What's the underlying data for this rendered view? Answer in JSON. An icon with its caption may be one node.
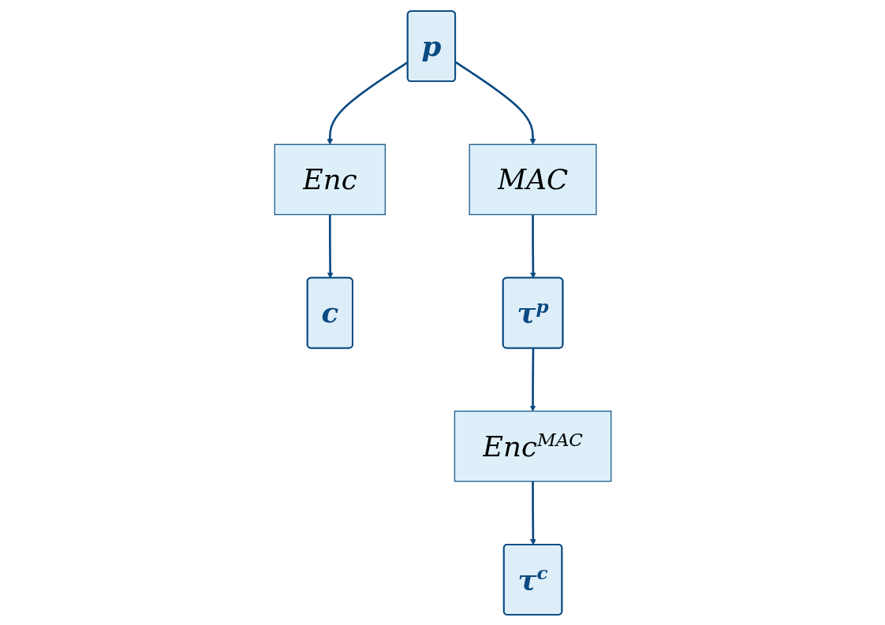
{
  "diagram": {
    "nodes": [
      {
        "text": [
          "p"
        ]
      },
      {
        "text": [
          "Enc"
        ]
      },
      {
        "text": [
          "c"
        ]
      },
      {
        "text": [
          "MAC"
        ]
      },
      {
        "text": [
          "τ$^{p}$"
        ]
      },
      {
        "text": [
          "Enc$^{MAC}$"
        ]
      },
      {
        "text": [
          "τ$^{c}$"
        ]
      }
    ],
    "edges": [
      {
        "from": 0,
        "to": 1,
        "arrow": "to"
      },
      {
        "from": 1,
        "to": 2,
        "arrow": "to"
      },
      {
        "from": 0,
        "to": 3,
        "arrow": "to"
      },
      {
        "from": 3,
        "to": 4,
        "arrow": "to"
      },
      {
        "from": 4,
        "to": 5,
        "arrow": "to"
      },
      {
        "from": 5,
        "to": 6,
        "arrow": "to"
      }
    ]
  }
}
